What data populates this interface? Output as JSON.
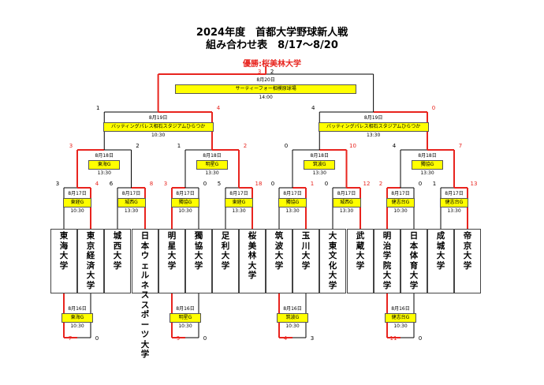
{
  "title_line1": "2024年度　首都大学野球新人戦",
  "title_line2": "組み合わせ表　8/17〜8/20",
  "winner_text": "優勝:桜美林大学",
  "final": {
    "date": "8月20日",
    "venue": "サーティーフォー相模原球場",
    "time": "14:00",
    "score_left": "3",
    "score_right": "2"
  },
  "semis": [
    {
      "date": "8月19日",
      "venue": "バッティングパレス相石スタジアムひらつか",
      "time": "10:30",
      "score_left": "1",
      "score_right": "4"
    },
    {
      "date": "8月19日",
      "venue": "バッティングパレス相石スタジアムひらつか",
      "time": "13:30",
      "score_left": "4",
      "score_right": "0"
    }
  ],
  "quarters": [
    {
      "date": "8月18日",
      "venue": "東海G",
      "time": "13:30",
      "score_left": "3",
      "score_right": "2"
    },
    {
      "date": "8月18日",
      "venue": "明星G",
      "time": "13:30",
      "score_left": "1",
      "score_right": "2"
    },
    {
      "date": "8月18日",
      "venue": "筑波G",
      "time": "13:30",
      "score_left": "0",
      "score_right": "10"
    },
    {
      "date": "8月18日",
      "venue": "獨協G",
      "time": "13:30",
      "score_left": "4",
      "score_right": "7"
    }
  ],
  "round2": [
    {
      "date": "8月17日",
      "venue": "東経G",
      "time": "10:30",
      "score_left": "3",
      "score_right": "4"
    },
    {
      "date": "8月17日",
      "venue": "城西G",
      "time": "13:30",
      "score_left": "6",
      "score_right": "8"
    },
    {
      "date": "8月17日",
      "venue": "獨協G",
      "time": "10:30",
      "score_left": "3",
      "score_right": "0"
    },
    {
      "date": "8月17日",
      "venue": "東経G",
      "time": "13:30",
      "score_left": "5",
      "score_right": "18"
    },
    {
      "date": "8月17日",
      "venue": "獨協G",
      "time": "13:30",
      "score_left": "0",
      "score_right": "1"
    },
    {
      "date": "8月17日",
      "venue": "城西G",
      "time": "13:30",
      "score_left": "0",
      "score_right": "12"
    },
    {
      "date": "8月17日",
      "venue": "健志台G",
      "time": "10:30",
      "score_left": "2",
      "score_right": "0"
    },
    {
      "date": "8月17日",
      "venue": "健志台G",
      "time": "13:30",
      "score_left": "1",
      "score_right": "13"
    }
  ],
  "teams": [
    "東海大学",
    "東京経済大学",
    "城西大学",
    "日本ウェルネススポーツ大学",
    "明星大学",
    "獨協大学",
    "足利大学",
    "桜美林大学",
    "筑波大学",
    "玉川大学",
    "大東文化大学",
    "武蔵大学",
    "明治学院大学",
    "日本体育大学",
    "成城大学",
    "帝京大学"
  ],
  "first_round": [
    {
      "date": "8月16日",
      "venue": "東海G",
      "time": "10:30",
      "score_left": "7",
      "score_right": "0"
    },
    {
      "date": "8月16日",
      "venue": "明星G",
      "time": "10:30",
      "score_left": "9",
      "score_right": "0"
    },
    {
      "date": "8月16日",
      "venue": "筑波G",
      "time": "10:30",
      "score_left": "4",
      "score_right": "3"
    },
    {
      "date": "8月16日",
      "venue": "健志台G",
      "time": "10:30",
      "score_left": "11",
      "score_right": "0"
    }
  ],
  "colors": {
    "winner_line": "#e8241e",
    "line": "#000000",
    "venue_bg": "#ffff00"
  }
}
